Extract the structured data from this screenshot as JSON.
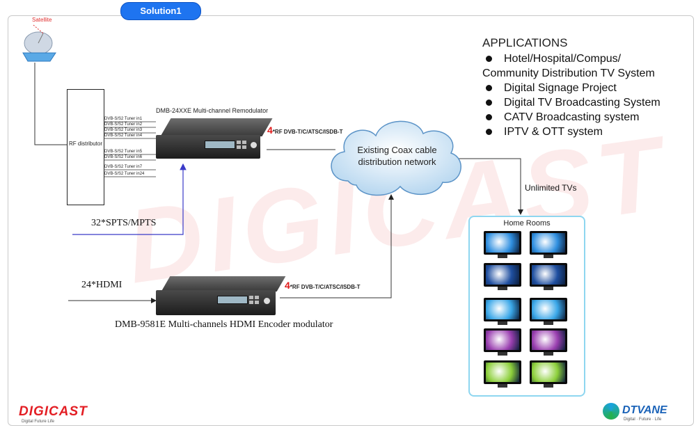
{
  "header": {
    "solution_label": "Solution1"
  },
  "watermark": {
    "text": "DIGICAST"
  },
  "satellite": {
    "label": "Satellite"
  },
  "rf_distributor": {
    "label": "RF distributor"
  },
  "tuners": [
    "DVB-S/S2 Tuner in1",
    "DVB-S/S2 Tuner in2",
    "DVB-S/S2 Tuner in3",
    "DVB-S/S2 Tuner in4",
    "DVB-S/S2 Tuner in5",
    "DVB-S/S2 Tuner in6",
    "DVB-S/S2 Tuner in7",
    "DVB-S/S2 Tuner in24"
  ],
  "remodulator": {
    "label": "DMB-24XXE Multi-channel Remodulator",
    "output_count": "4",
    "output_label": "*RF DVB-T/C/ATSC/ISDB-T",
    "input_label": "32*SPTS/MPTS"
  },
  "encoder": {
    "label": "DMB-9581E Multi-channels HDMI Encoder modulator",
    "input_label": "24*HDMI",
    "output_count": "4",
    "output_label": "*RF DVB-T/C/ATSC/ISDB-T"
  },
  "network": {
    "label": "Existing Coax cable distribution network"
  },
  "tvs": {
    "label": "Unlimited TVs"
  },
  "home_rooms": {
    "label": "Home Rooms",
    "screens": [
      "#2f8fe0",
      "#2f8fe0",
      "#1f4fa0",
      "#1f4fa0",
      "#3aa7e8",
      "#3aa7e8",
      "#9a3fb0",
      "#9a3fb0",
      "#8ccf3a",
      "#8ccf3a"
    ]
  },
  "applications": {
    "title": "APPLICATIONS",
    "items": [
      {
        "bullet": true,
        "text": "Hotel/Hospital/Compus/"
      },
      {
        "bullet": false,
        "text": "Community Distribution TV System"
      },
      {
        "bullet": true,
        "text": "Digital Signage Project"
      },
      {
        "bullet": true,
        "text": "Digital TV Broadcasting System"
      },
      {
        "bullet": true,
        "text": "CATV Broadcasting system"
      },
      {
        "bullet": true,
        "text": "IPTV & OTT system"
      }
    ]
  },
  "brands": {
    "left_name": "DIGICAST",
    "left_tagline": "Digital Future Life",
    "right_name": "DTVANE",
    "right_tagline": "Digital · Future · Life"
  },
  "colors": {
    "accent": "#1e74f0",
    "red": "#e01a1a",
    "cloud": "#cde4f5",
    "rooms_border": "#8ed6f0"
  }
}
